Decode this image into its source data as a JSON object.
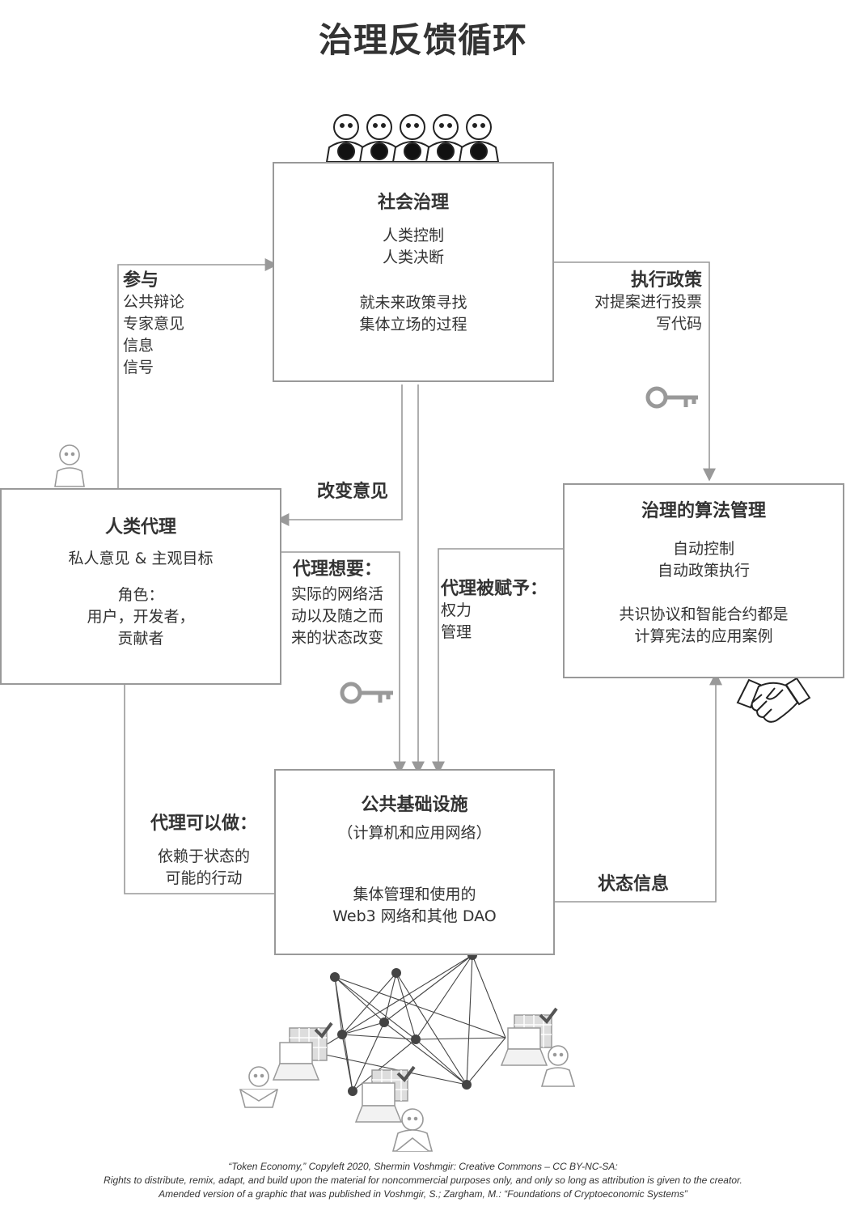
{
  "title": "治理反馈循环",
  "social": {
    "heading": "社会治理",
    "line1": "人类控制",
    "line2": "人类决断",
    "line3": "就未来政策寻找",
    "line4": "集体立场的过程"
  },
  "human_agent": {
    "heading": "人类代理",
    "line1": "私人意见 & 主观目标",
    "line2": "角色：",
    "line3": "用户，开发者，",
    "line4": "贡献者"
  },
  "algo": {
    "heading": "治理的算法管理",
    "line1": "自动控制",
    "line2": "自动政策执行",
    "line3": "共识协议和智能合约都是",
    "line4": "计算宪法的应用案例"
  },
  "infra": {
    "heading": "公共基础设施",
    "line1": "（计算机和应用网络）",
    "line2": "集体管理和使用的",
    "line3": "Web3 网络和其他 DAO"
  },
  "participate": {
    "heading": "参与",
    "items": [
      "公共辩论",
      "专家意见",
      "信息",
      "信号"
    ]
  },
  "execute": {
    "heading": "执行政策",
    "line1": "对提案进行投票",
    "line2": "写代码"
  },
  "change_opinion": "改变意见",
  "agent_wants": {
    "heading": "代理想要：",
    "line1": "实际的网络活",
    "line2": "动以及随之而",
    "line3": "来的状态改变"
  },
  "agent_granted": {
    "heading": "代理被赋予：",
    "line1": "权力",
    "line2": "管理"
  },
  "agent_can": {
    "heading": "代理可以做：",
    "line1": "依赖于状态的",
    "line2": "可能的行动"
  },
  "state_info": "状态信息",
  "credit": {
    "line1": "“Token Economy,” Copyleft 2020, Shermin Voshmgir: Creative Commons – CC BY-NC-SA:",
    "line2": "Rights to distribute, remix, adapt, and build upon the material  for noncommercial purposes only, and only so long as attribution is given to the creator.",
    "line3": "Amended version of a graphic that was published in Voshmgir, S.; Zargham, M.: “Foundations of Cryptoeconomic Systems”"
  },
  "icons": [
    "person-group-icon",
    "person-icon",
    "key-icon",
    "handshake-icon",
    "laptop-icon",
    "checkmark-icon",
    "network-icon"
  ],
  "colors": {
    "line": "#999999",
    "text": "#333333",
    "icon": "#aaaaaa"
  }
}
